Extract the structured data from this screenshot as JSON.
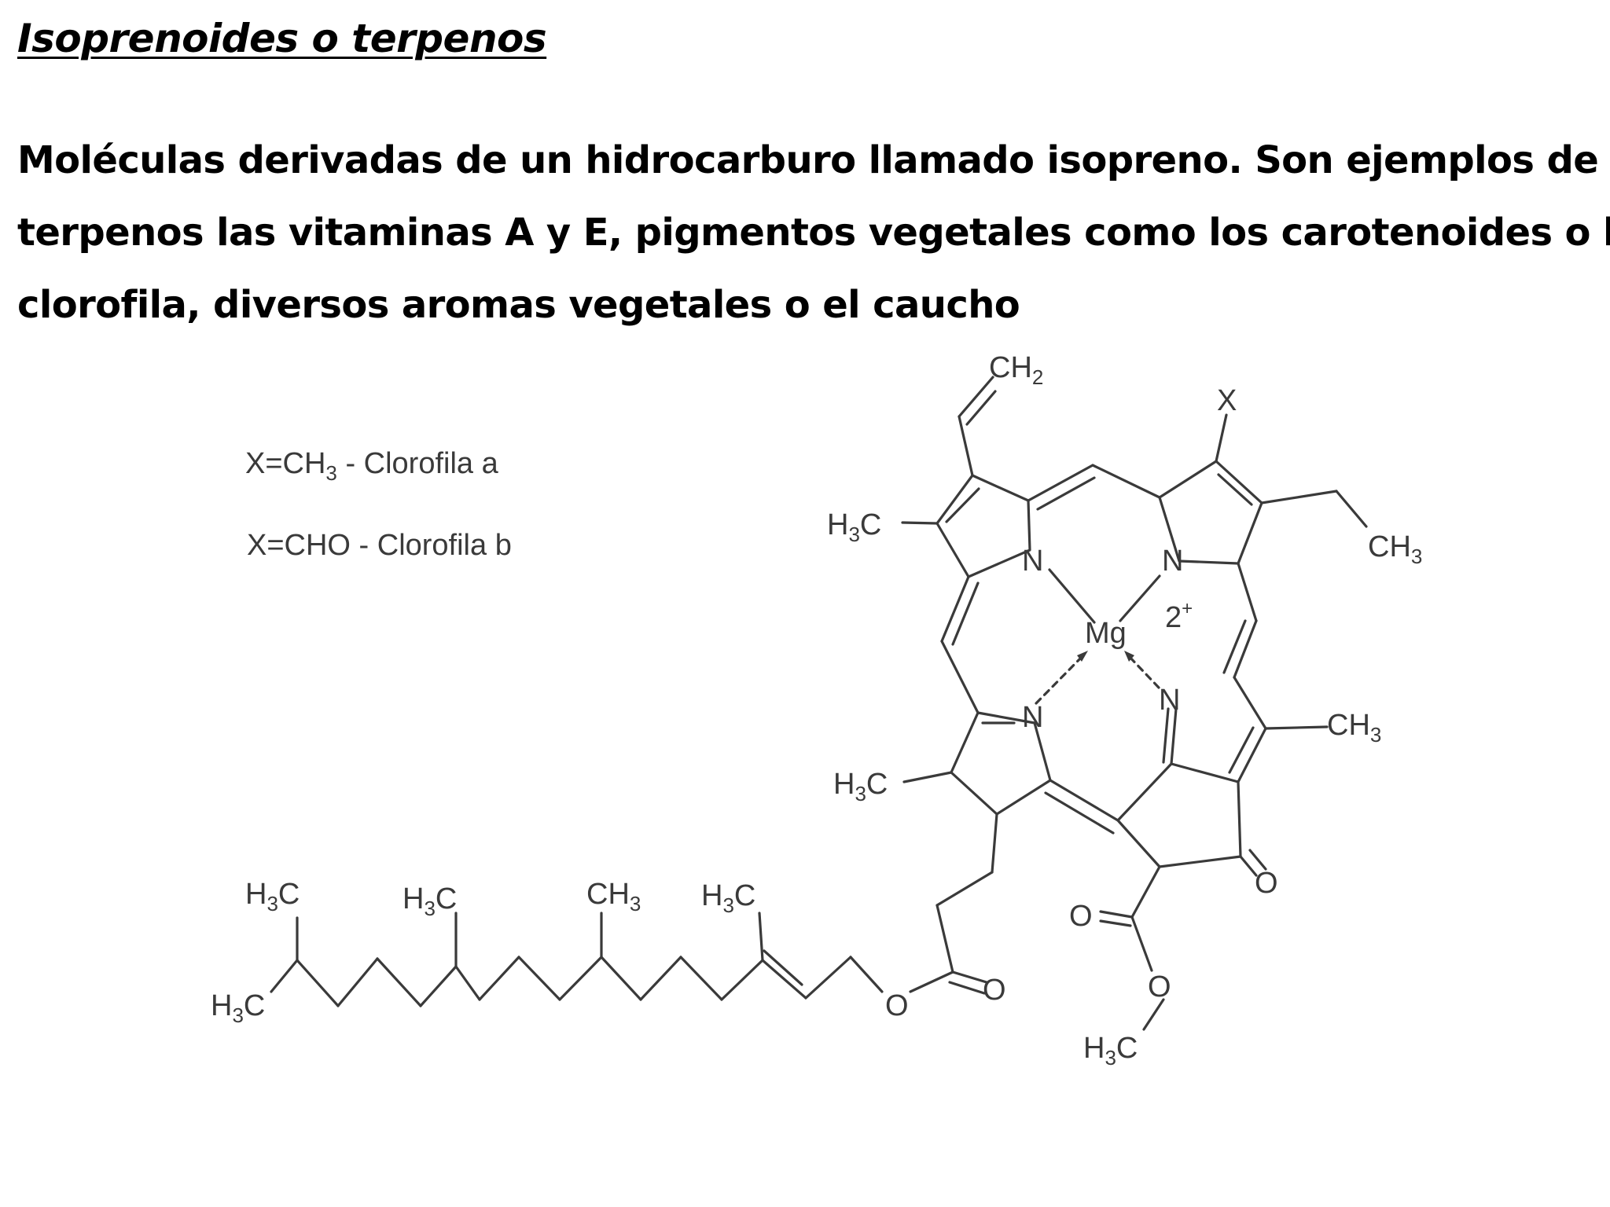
{
  "document": {
    "title": "Isoprenoides o terpenos",
    "paragraph_lines": [
      "Moléculas derivadas de un hidrocarburo llamado isopreno. Son ejemplos de",
      "terpenos las vitaminas A y E, pigmentos vegetales como los carotenoides o la",
      "clorofila, diversos aromas vegetales o el caucho"
    ]
  },
  "figure": {
    "legend": {
      "a": {
        "prefix": "X=CH",
        "sub": "3",
        "suffix": " - Clorofila a"
      },
      "b": {
        "text": "X=CHO - Clorofila b"
      }
    },
    "labels": {
      "vinyl": {
        "main": "CH",
        "sub": "2"
      },
      "x": "X",
      "ethyl_ch3": {
        "main": "CH",
        "sub": "3"
      },
      "methyl_right": {
        "main": "CH",
        "sub": "3"
      },
      "h3c_left_top": {
        "h": "H",
        "sub": "3",
        "c": "C"
      },
      "h3c_left_mid": {
        "h": "H",
        "sub": "3",
        "c": "C"
      },
      "charge": "2",
      "charge_sign": "+",
      "mg": "Mg",
      "n1": "N",
      "n2": "N",
      "n3": "N",
      "n4": "N",
      "keto_o": "O",
      "ester_o_double": "O",
      "ester_o_single": "O",
      "methoxy": {
        "h": "H",
        "sub": "3",
        "c": "C"
      },
      "phytyl_o_single": "O",
      "phytyl_o_double": "O",
      "chain_h3c_1": {
        "h": "H",
        "sub": "3",
        "c": "C"
      },
      "chain_h3c_2": {
        "h": "H",
        "sub": "3",
        "c": "C"
      },
      "chain_h3c_3": {
        "h": "H",
        "sub": "3",
        "c": "C"
      },
      "chain_ch3": {
        "main": "CH",
        "sub": "3"
      },
      "chain_h3c_4": {
        "h": "H",
        "sub": "3",
        "c": "C"
      }
    },
    "colors": {
      "text": "#000000",
      "drawing": "#3a3a3a"
    }
  }
}
